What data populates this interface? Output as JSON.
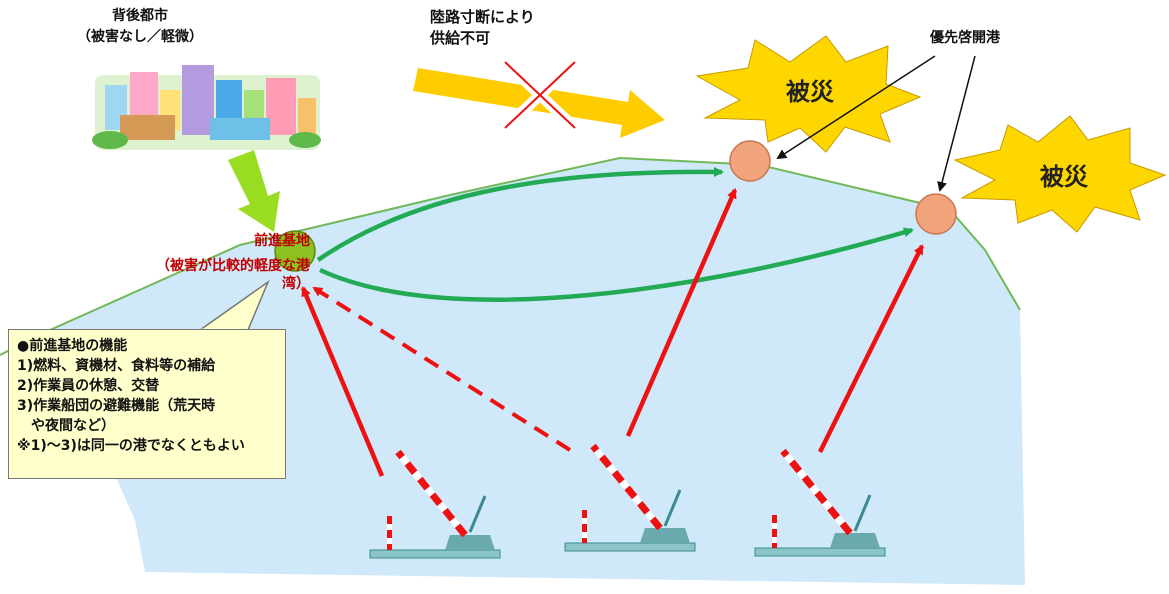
{
  "city": {
    "title": "背後都市",
    "subtitle": "（被害なし／軽微）"
  },
  "supply_cut": {
    "line1": "陸路寸断により",
    "line2": "供給不可"
  },
  "priority_ports": {
    "label": "優先啓開港"
  },
  "disaster": {
    "label1": "被災",
    "label2": "被災"
  },
  "forward_base": {
    "title": "前進基地",
    "subtitle": "（被害が比較的軽度な港湾）"
  },
  "functions": {
    "heading": "●前進基地の機能",
    "items": [
      "1)燃料、資機材、食料等の補給",
      "2)作業員の休憩、交替",
      "3)作業船団の避難機能（荒天時",
      "　や夜間など）",
      "※1)～3)は同一の港でなくともよい"
    ]
  },
  "colors": {
    "sea": "#cfe9fa",
    "coast": "#70b858",
    "base_port": "#8dc021",
    "damaged_port": "#f2a57d",
    "arrow_green": "#22aa55",
    "arrow_red": "#ee1111",
    "supply_arrow": "#ffcc00",
    "city_arrow": "#99dd22",
    "burst": "#ffd700"
  }
}
